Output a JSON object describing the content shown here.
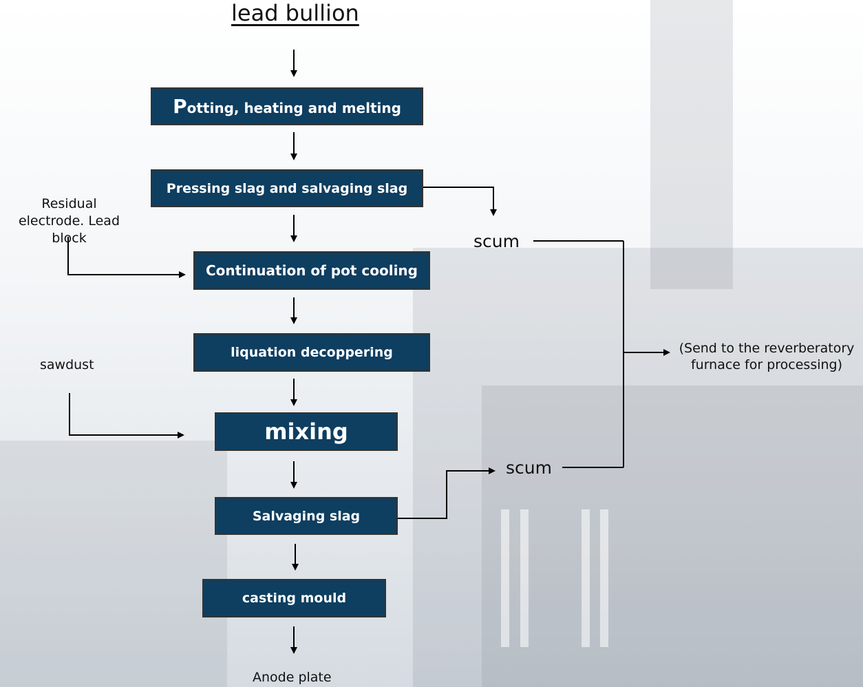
{
  "title": "lead bullion",
  "steps": [
    {
      "first": "P",
      "rest": "otting, heating and melting"
    },
    {
      "text": "Pressing slag and salvaging slag"
    },
    {
      "text": "Continuation of pot cooling"
    },
    {
      "text": "liquation decoppering"
    },
    {
      "text": "mixing"
    },
    {
      "text": "Salvaging slag"
    },
    {
      "text": "casting mould"
    }
  ],
  "inputs": {
    "residual": "Residual electrode. Lead block",
    "sawdust": "sawdust"
  },
  "outputs": {
    "scum_top": "scum",
    "scum_bottom": "scum",
    "reverberatory": "(Send to the reverberatory furnace for processing)",
    "product": "Anode plate"
  },
  "colors": {
    "box_fill": "#0e3e60",
    "box_border": "#333333",
    "line": "#000000"
  }
}
